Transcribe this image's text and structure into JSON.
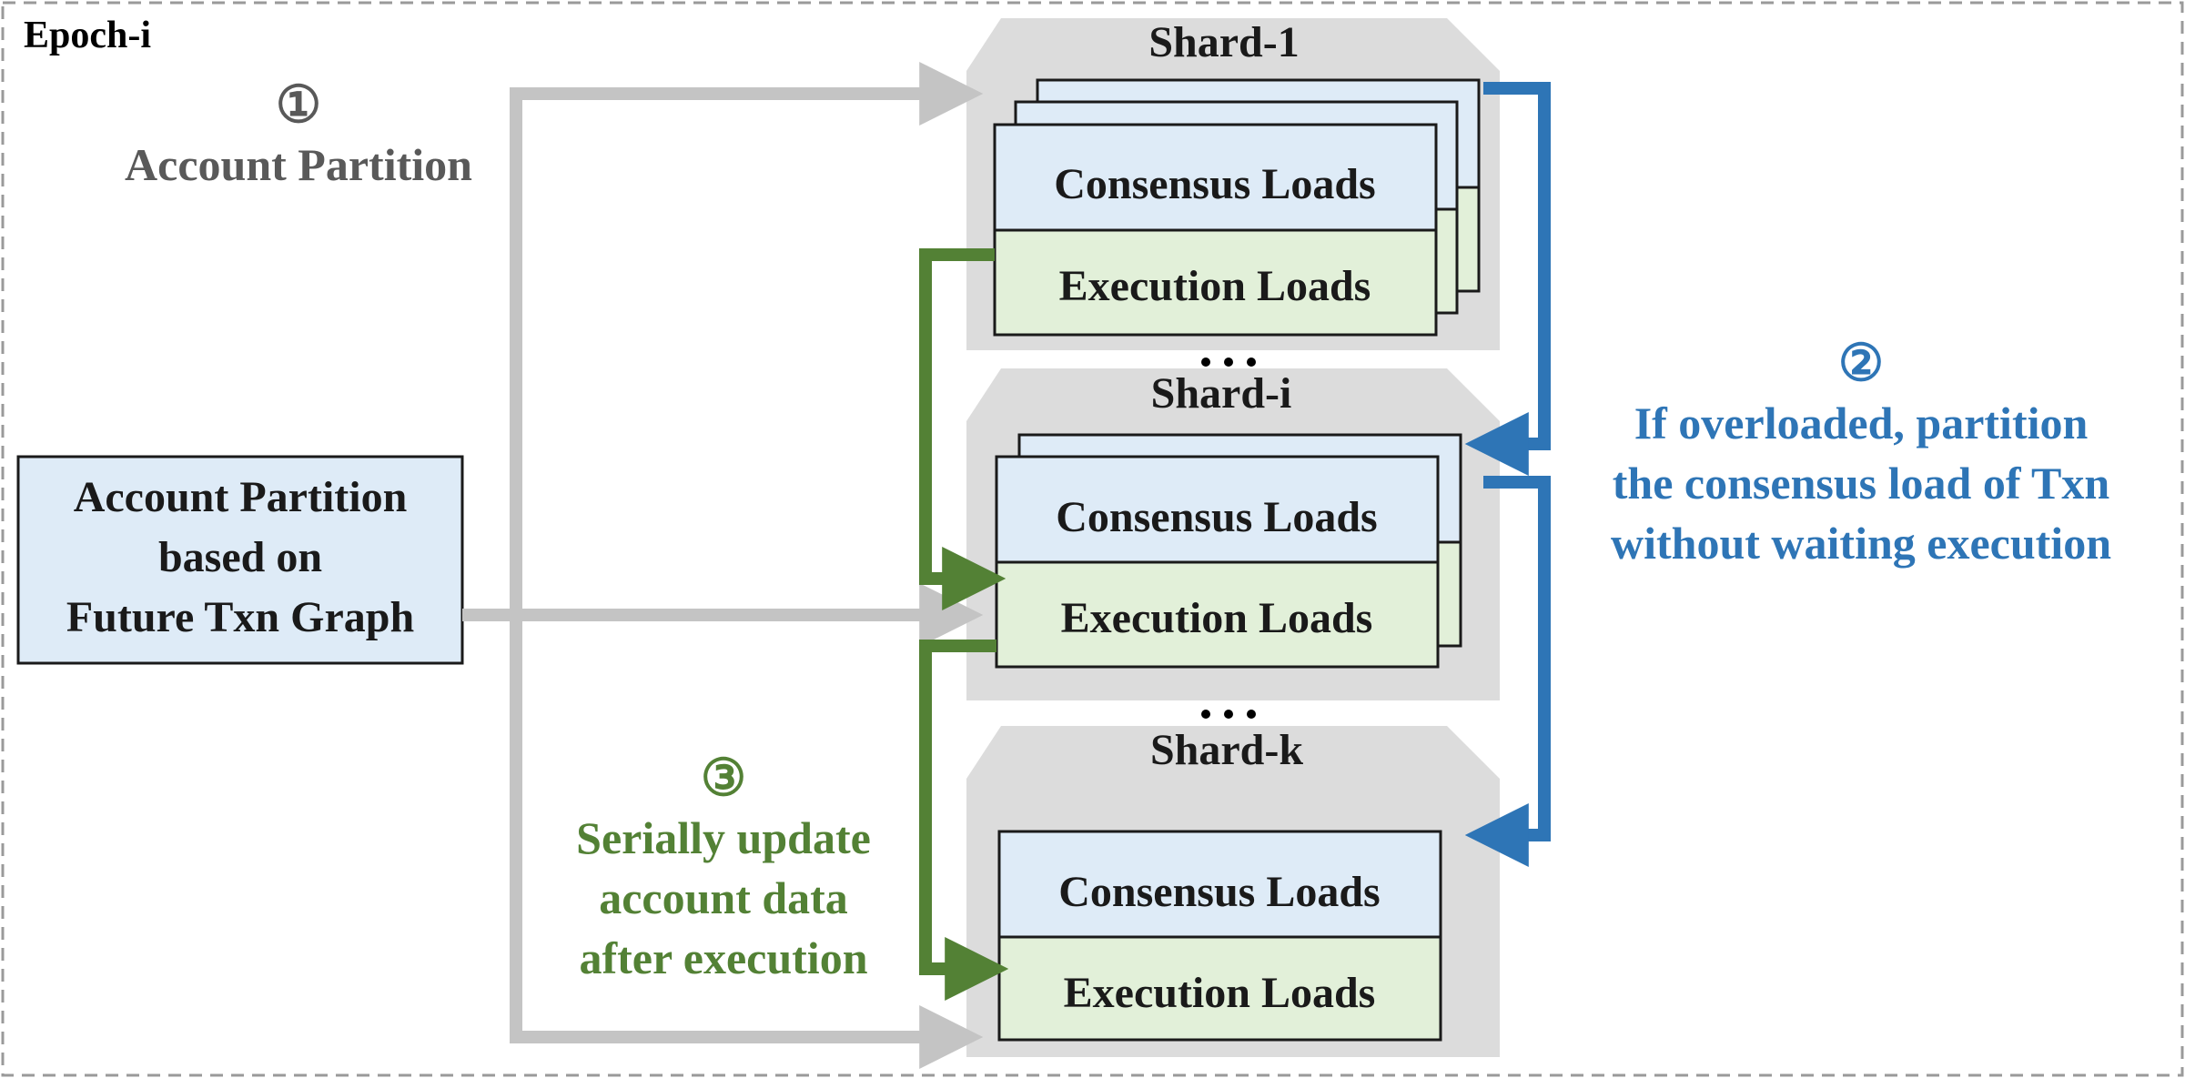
{
  "epoch_label": "Epoch-i",
  "source_box": {
    "lines": [
      "Account Partition",
      "based on",
      "Future Txn Graph"
    ]
  },
  "step1": {
    "number": "①",
    "text": "Account Partition"
  },
  "step2": {
    "number": "②",
    "lines": [
      "If overloaded, partition",
      "the consensus load of Txn",
      "without waiting execution"
    ]
  },
  "step3": {
    "number": "③",
    "lines": [
      "Serially update",
      "account data",
      "after execution"
    ]
  },
  "shards": [
    {
      "title": "Shard-1",
      "consensus": "Consensus Loads",
      "execution": "Execution Loads"
    },
    {
      "title": "Shard-i",
      "consensus": "Consensus Loads",
      "execution": "Execution Loads"
    },
    {
      "title": "Shard-k",
      "consensus": "Consensus Loads",
      "execution": "Execution Loads"
    }
  ],
  "ellipsis": "...",
  "colors": {
    "gray_arrow": "#c4c4c4",
    "blue_arrow": "#2e75b6",
    "green_arrow": "#538135",
    "step1_text": "#595959",
    "step2_text": "#2e75b6",
    "step3_text": "#538135",
    "shard_bg": "#dcdcdc",
    "consensus_fill": "#deebf7",
    "execution_fill": "#e2f0d9",
    "source_fill": "#deebf7",
    "dash_border": "#9a9a9a"
  }
}
